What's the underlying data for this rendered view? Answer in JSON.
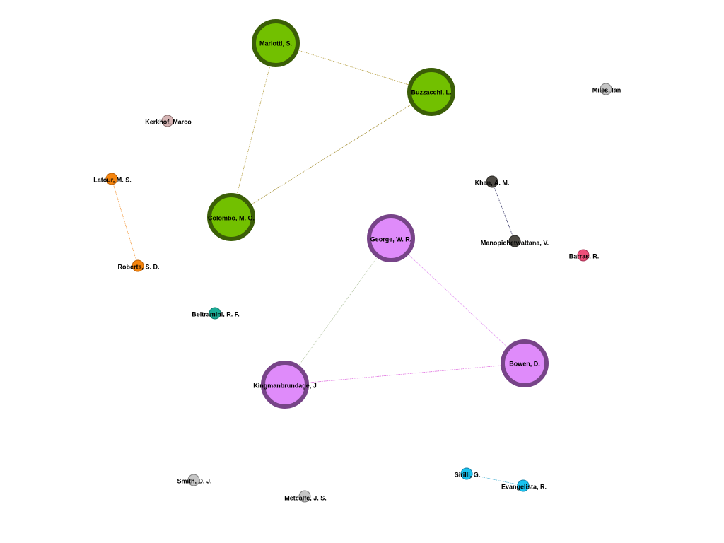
{
  "colors": {
    "background": "#ffffff",
    "green_fill": "#72c000",
    "green_stroke": "#3b5e07",
    "purple_fill": "#df8bfa",
    "purple_stroke": "#774488",
    "orange_fill": "#f5840c",
    "orange_stroke": "#b8600a",
    "dark_fill": "#4d4a44",
    "dark_stroke": "#2b2925",
    "cyan_fill": "#19c3f0",
    "cyan_stroke": "#1380a8",
    "teal_fill": "#1aab96",
    "teal_stroke": "#117a6a",
    "pink_fill": "#ee4f7a",
    "pink_stroke": "#a83356",
    "mauve_fill": "#d6b5b5",
    "mauve_stroke": "#8a7070",
    "gray_fill": "#c6c6c6",
    "gray_stroke": "#7d7d7d"
  },
  "nodes": [
    {
      "id": "mariotti",
      "label": "Mariotti, S.",
      "group": "green",
      "size": "large"
    },
    {
      "id": "buzzacchi",
      "label": "Buzzacchi, L.",
      "group": "green",
      "size": "large"
    },
    {
      "id": "colombo",
      "label": "Colombo, M. G.",
      "group": "green",
      "size": "large"
    },
    {
      "id": "george",
      "label": "George, W. R.",
      "group": "purple",
      "size": "large"
    },
    {
      "id": "bowen",
      "label": "Bowen, D.",
      "group": "purple",
      "size": "large"
    },
    {
      "id": "kingman",
      "label": "Kingmanbrundage, J",
      "group": "purple",
      "size": "large"
    },
    {
      "id": "kerkhof",
      "label": "Kerkhof, Marco",
      "group": "mauve",
      "size": "small"
    },
    {
      "id": "latour",
      "label": "Latour, M. S.",
      "group": "orange",
      "size": "small"
    },
    {
      "id": "roberts",
      "label": "Roberts, S. D.",
      "group": "orange",
      "size": "small"
    },
    {
      "id": "beltramini",
      "label": "Beltramini, R. F.",
      "group": "teal",
      "size": "small"
    },
    {
      "id": "miles",
      "label": "Miles, Ian",
      "group": "gray",
      "size": "small"
    },
    {
      "id": "khan",
      "label": "Khan, A. M.",
      "group": "dark",
      "size": "small"
    },
    {
      "id": "manopichetwattana",
      "label": "Manopichetwattana, V.",
      "group": "dark",
      "size": "small"
    },
    {
      "id": "barras",
      "label": "Barras, R.",
      "group": "pink",
      "size": "small"
    },
    {
      "id": "sirilli",
      "label": "Sirilli, G.",
      "group": "cyan",
      "size": "small"
    },
    {
      "id": "evangelista",
      "label": "Evangelista, R.",
      "group": "cyan",
      "size": "small"
    },
    {
      "id": "smith",
      "label": "Smith, D. J.",
      "group": "gray",
      "size": "small"
    },
    {
      "id": "metcalfe",
      "label": "Metcalfe, J. S.",
      "group": "gray",
      "size": "small"
    }
  ],
  "edges": [
    {
      "source": "mariotti",
      "target": "buzzacchi",
      "color": "#b9a34a"
    },
    {
      "source": "mariotti",
      "target": "colombo",
      "color": "#b9a34a"
    },
    {
      "source": "buzzacchi",
      "target": "colombo",
      "color": "#a08a2a"
    },
    {
      "source": "latour",
      "target": "roberts",
      "color": "#f5a04a"
    },
    {
      "source": "khan",
      "target": "manopichetwattana",
      "color": "#3a3a6a"
    },
    {
      "source": "george",
      "target": "bowen",
      "color": "#e08af0"
    },
    {
      "source": "george",
      "target": "kingman",
      "color": "#b8c8a8"
    },
    {
      "source": "kingman",
      "target": "bowen",
      "color": "#e070e0"
    },
    {
      "source": "sirilli",
      "target": "evangelista",
      "color": "#5ab8d8"
    }
  ]
}
